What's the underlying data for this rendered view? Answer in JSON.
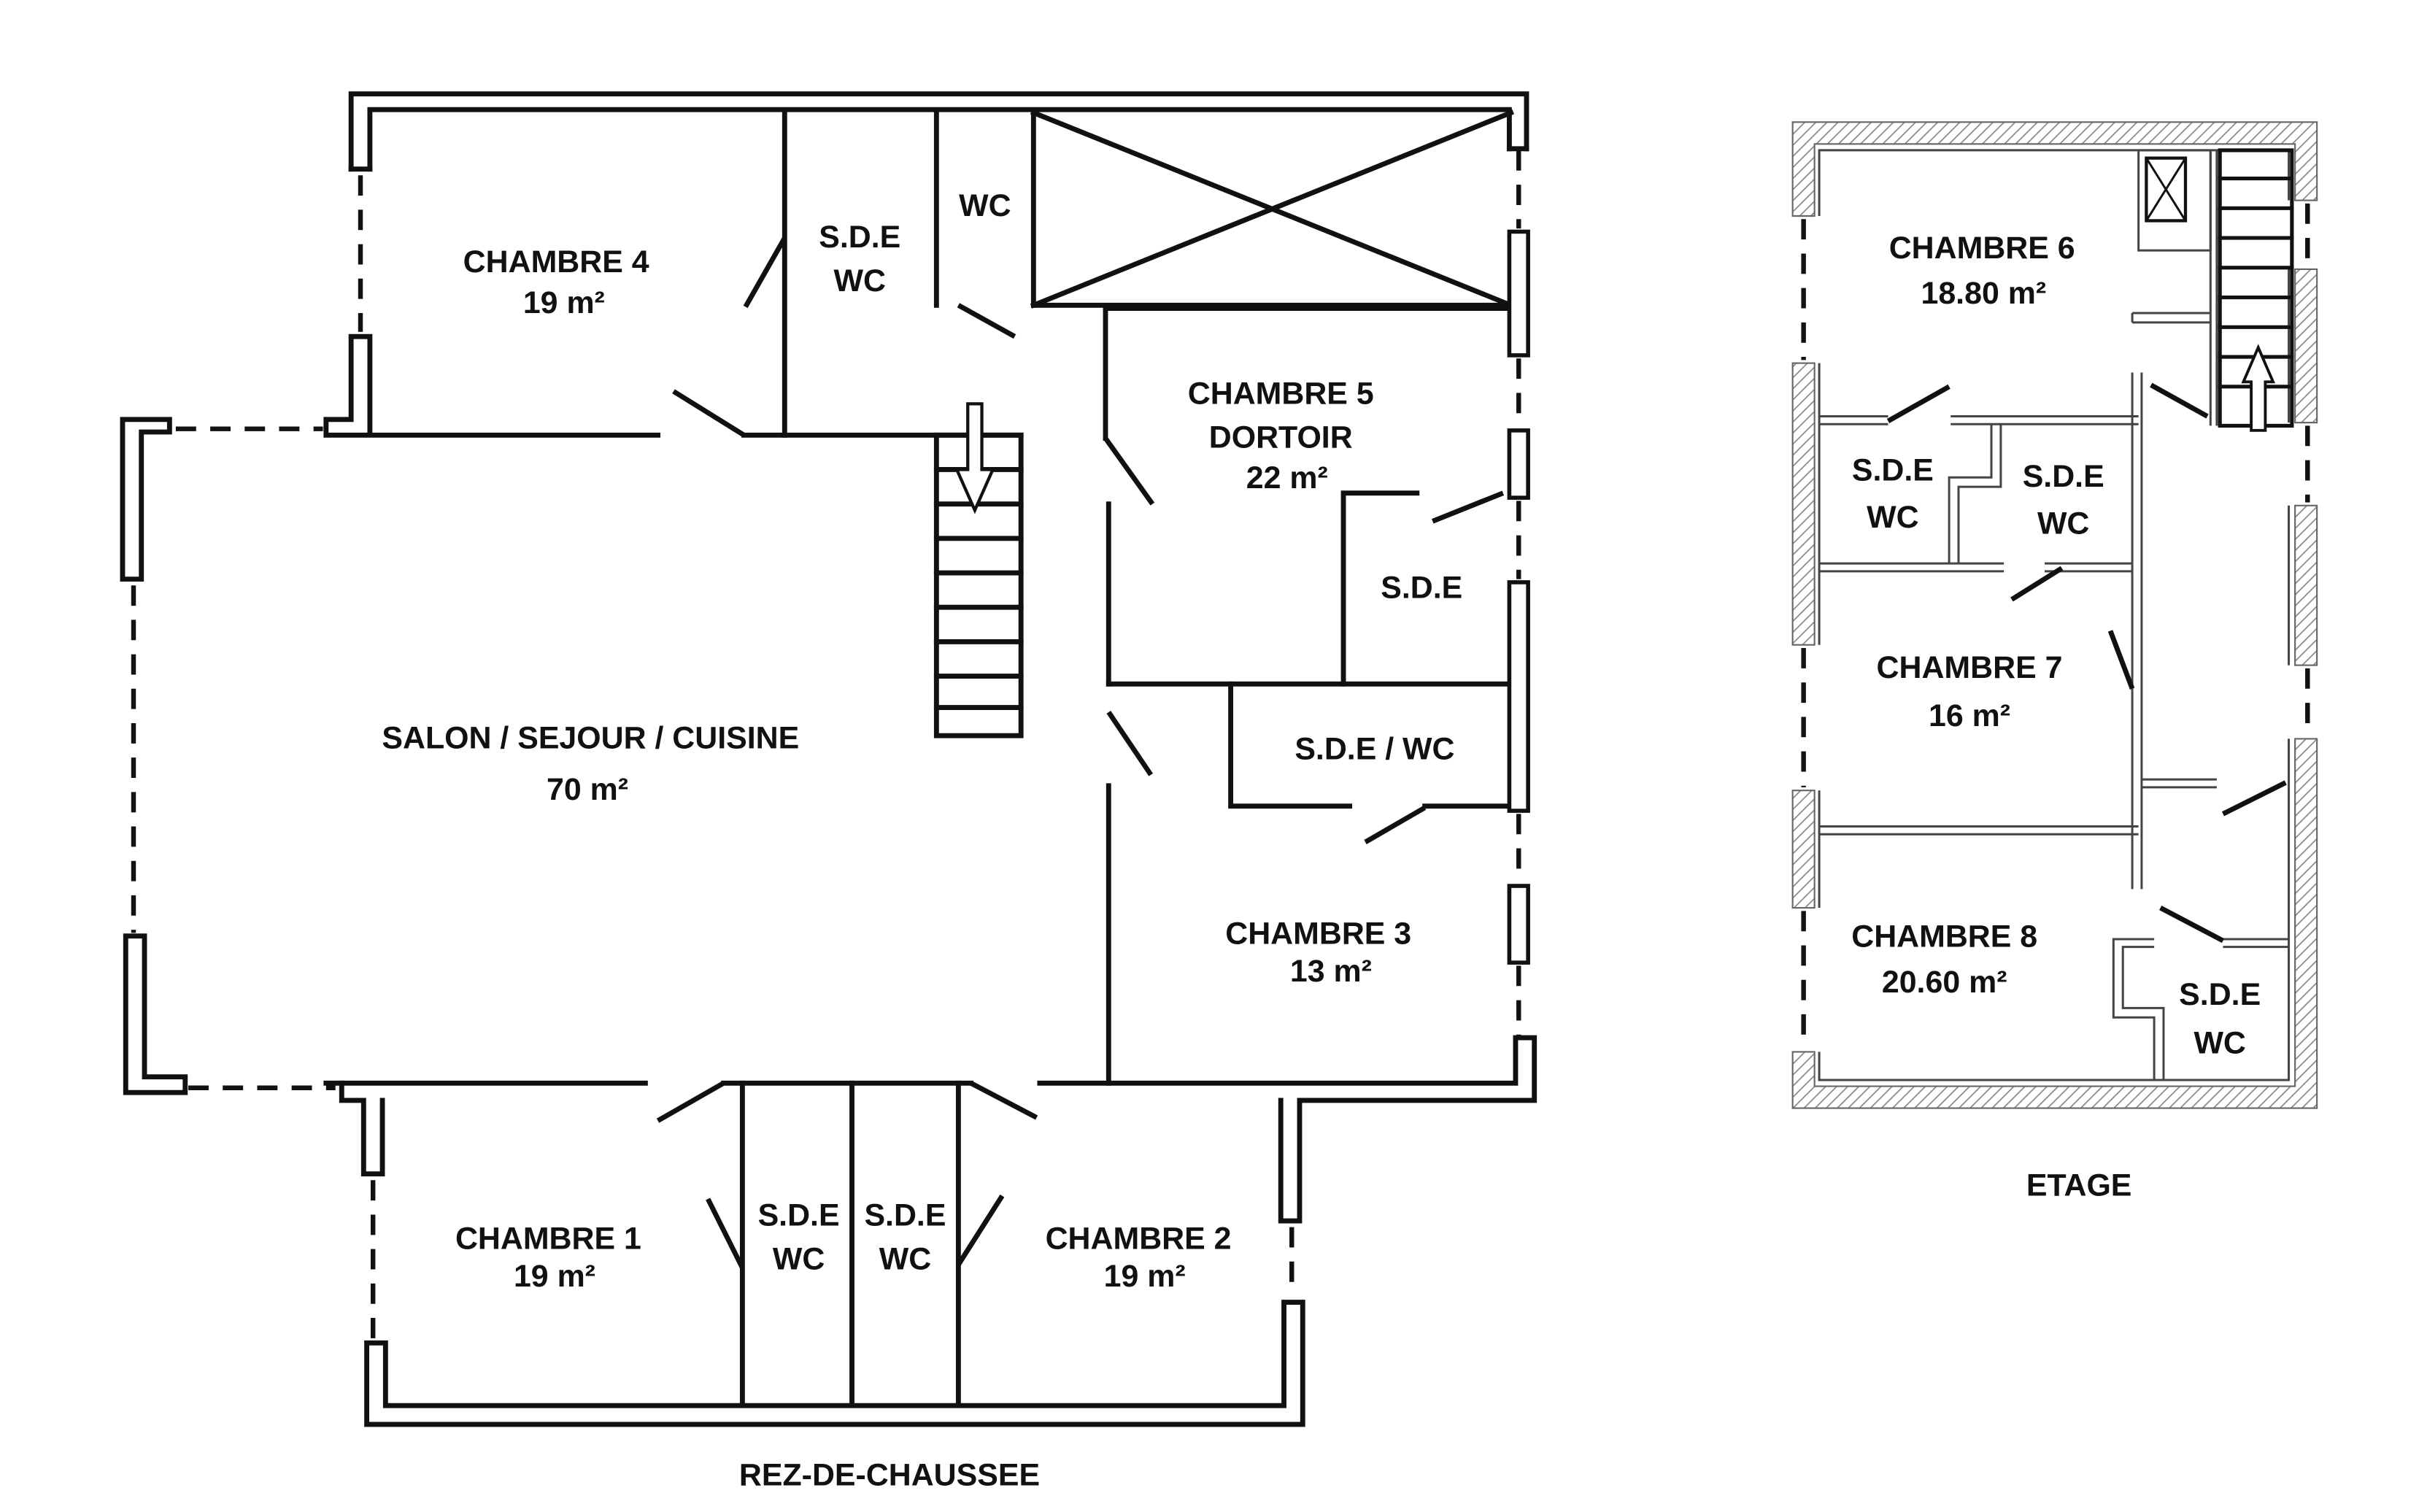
{
  "ground_floor": {
    "title": "REZ-DE-CHAUSSEE",
    "rooms": {
      "chambre4": {
        "name": "CHAMBRE 4",
        "area": "19 m²"
      },
      "sde_wc_top": {
        "line1": "S.D.E",
        "line2": "WC"
      },
      "wc_top": {
        "name": "WC"
      },
      "chambre5": {
        "name": "CHAMBRE 5",
        "sub": "DORTOIR",
        "area": "22 m²"
      },
      "sde_c5": {
        "name": "S.D.E"
      },
      "sde_wc_right": {
        "name": "S.D.E / WC"
      },
      "salon": {
        "name": "SALON / SEJOUR / CUISINE",
        "area": "70 m²"
      },
      "chambre3": {
        "name": "CHAMBRE 3",
        "area": "13 m²"
      },
      "chambre1": {
        "name": "CHAMBRE 1",
        "area": "19 m²"
      },
      "sde_wc_b1": {
        "line1": "S.D.E",
        "line2": "WC"
      },
      "sde_wc_b2": {
        "line1": "S.D.E",
        "line2": "WC"
      },
      "chambre2": {
        "name": "CHAMBRE 2",
        "area": "19 m²"
      }
    }
  },
  "upper_floor": {
    "title": "ETAGE",
    "rooms": {
      "chambre6": {
        "name": "CHAMBRE 6",
        "area": "18.80 m²"
      },
      "sde_wc_a": {
        "line1": "S.D.E",
        "line2": "WC"
      },
      "sde_wc_b": {
        "line1": "S.D.E",
        "line2": "WC"
      },
      "chambre7": {
        "name": "CHAMBRE 7",
        "area": "16 m²"
      },
      "chambre8": {
        "name": "CHAMBRE 8",
        "area": "20.60 m²"
      },
      "sde_wc_c": {
        "line1": "S.D.E",
        "line2": "WC"
      }
    }
  }
}
